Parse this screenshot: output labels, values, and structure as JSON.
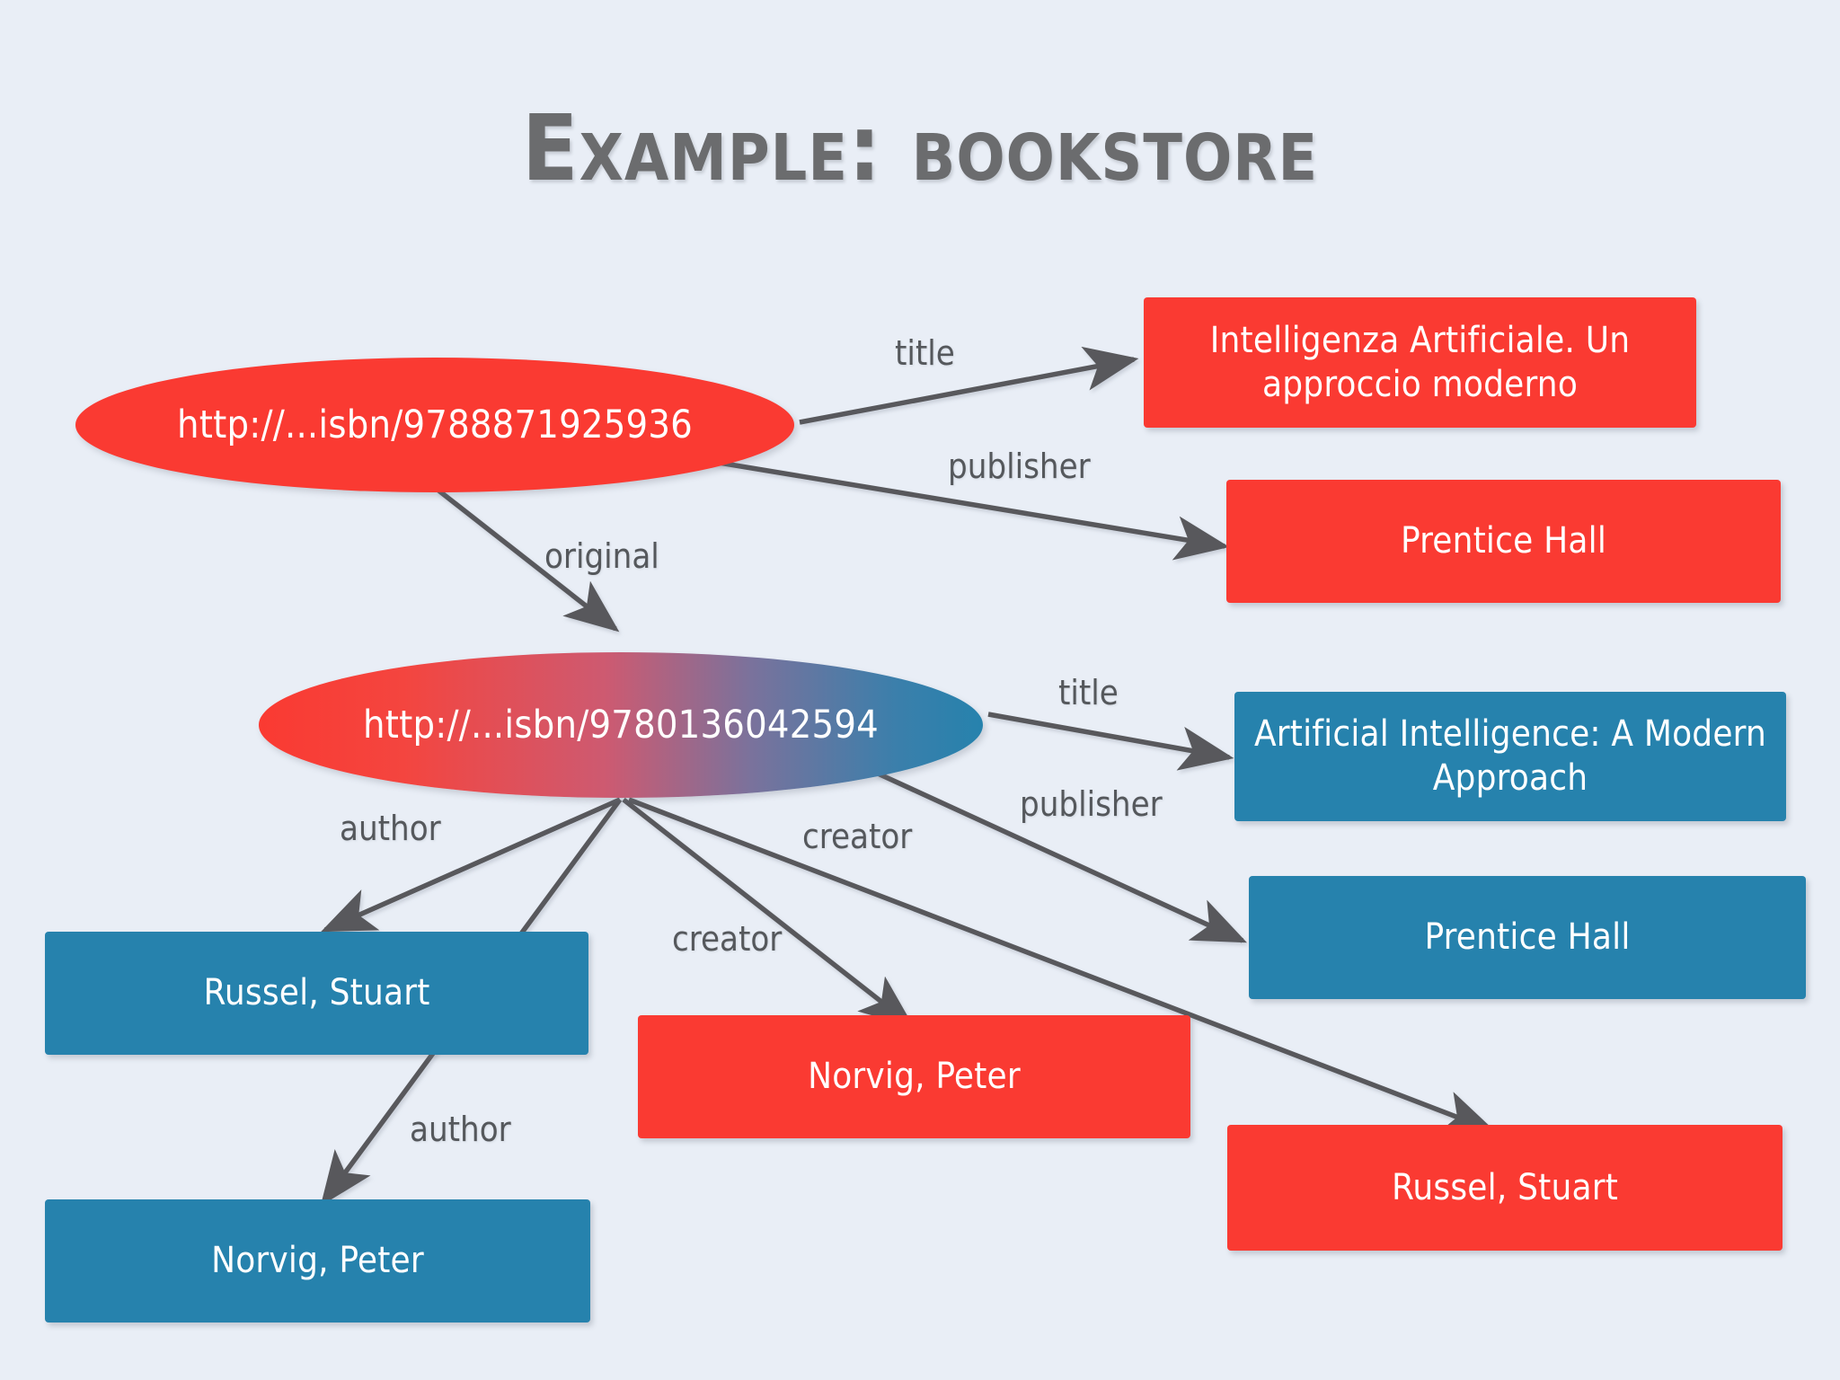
{
  "slide": {
    "title": "Example: bookstore",
    "background_color": "#e9eef6",
    "title_color": "#6b6c6e"
  },
  "palette": {
    "red": "#fa3a32",
    "blue": "#2682ad",
    "edge_gray": "#58595b",
    "label_gray": "#55585c",
    "node_text": "#ffffff"
  },
  "nodes": {
    "isbn_it": {
      "label": "http://...isbn/9788871925936",
      "shape": "ellipse",
      "fill": "red"
    },
    "title_it": {
      "line1": "Intelligenza Artificiale. Un",
      "line2": "approccio moderno",
      "shape": "rect",
      "fill": "red"
    },
    "publisher_it": {
      "label": "Prentice Hall",
      "shape": "rect",
      "fill": "red"
    },
    "isbn_en": {
      "label": "http://...isbn/9780136042594",
      "shape": "ellipse",
      "fill": "gradient-red-to-blue"
    },
    "title_en": {
      "line1": "Artificial Intelligence: A Modern",
      "line2": "Approach",
      "shape": "rect",
      "fill": "blue"
    },
    "publisher_en": {
      "label": "Prentice Hall",
      "shape": "rect",
      "fill": "blue"
    },
    "author_russel_blue": {
      "label": "Russel, Stuart",
      "shape": "rect",
      "fill": "blue"
    },
    "author_norvig_blue": {
      "label": "Norvig, Peter",
      "shape": "rect",
      "fill": "blue"
    },
    "creator_norvig_red": {
      "label": "Norvig, Peter",
      "shape": "rect",
      "fill": "red"
    },
    "creator_russel_red": {
      "label": "Russel, Stuart",
      "shape": "rect",
      "fill": "red"
    }
  },
  "edges": [
    {
      "id": "e1",
      "label": "title",
      "from": "isbn_it",
      "to": "title_it"
    },
    {
      "id": "e2",
      "label": "publisher",
      "from": "isbn_it",
      "to": "publisher_it"
    },
    {
      "id": "e3",
      "label": "original",
      "from": "isbn_it",
      "to": "isbn_en"
    },
    {
      "id": "e4",
      "label": "title",
      "from": "isbn_en",
      "to": "title_en"
    },
    {
      "id": "e5",
      "label": "publisher",
      "from": "isbn_en",
      "to": "publisher_en"
    },
    {
      "id": "e6",
      "label": "author",
      "from": "isbn_en",
      "to": "author_russel_blue"
    },
    {
      "id": "e7",
      "label": "author",
      "from": "isbn_en",
      "to": "author_norvig_blue"
    },
    {
      "id": "e8",
      "label": "creator",
      "from": "isbn_en",
      "to": "creator_norvig_red"
    },
    {
      "id": "e9",
      "label": "creator",
      "from": "isbn_en",
      "to": "creator_russel_red"
    }
  ]
}
